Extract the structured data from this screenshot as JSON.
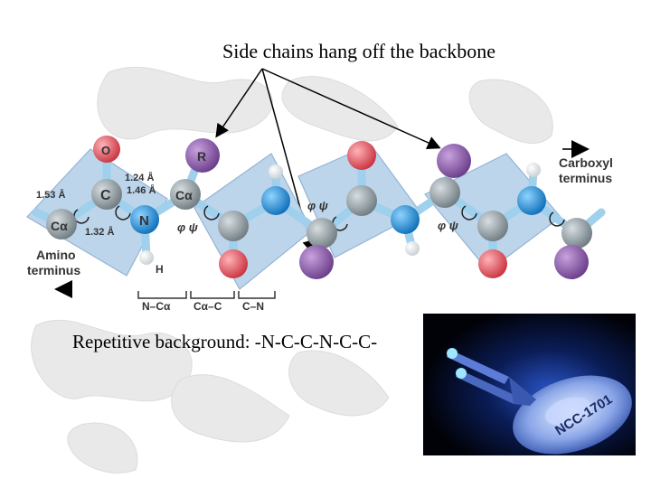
{
  "slide": {
    "title": "Side chains hang off the backbone",
    "caption": "Repetitive background: -N-C-C-N-C-C-"
  },
  "diagram": {
    "atoms": {
      "oxygen": "O",
      "carbonyl_carbon": "C",
      "alpha_carbon_1": "Cα",
      "side_chain": "R",
      "nitrogen": "N",
      "hydrogen": "H",
      "alpha_carbon_2": "Cα"
    },
    "bond_lengths": {
      "c_o": "1.24 Å",
      "c_alpha_c": "1.53 Å",
      "c_n": "1.32 Å",
      "n_c_alpha": "1.46 Å"
    },
    "torsions": {
      "phi_psi_1": "φ  ψ",
      "phi_psi_2": "φ  ψ",
      "phi_psi_3": "φ  ψ"
    },
    "termini": {
      "amino_line1": "Amino",
      "amino_line2": "terminus",
      "carboxyl_line1": "Carboxyl",
      "carboxyl_line2": "terminus"
    },
    "bond_brackets": {
      "n_c_alpha": "N–Cα",
      "c_alpha_c": "Cα–C",
      "c_n": "C–N"
    }
  },
  "colors": {
    "plane": "#b9d3ea",
    "plane_edge": "#8fb0d2",
    "carbon": "#8a969c",
    "nitrogen": "#1c8fd8",
    "oxygen": "#e0505a",
    "side_chain": "#8b58a8",
    "hydrogen": "#ffffff",
    "bond": "#9fd0ec"
  },
  "photo": {
    "icon": "starship-photo",
    "registry": "NCC-1701"
  }
}
